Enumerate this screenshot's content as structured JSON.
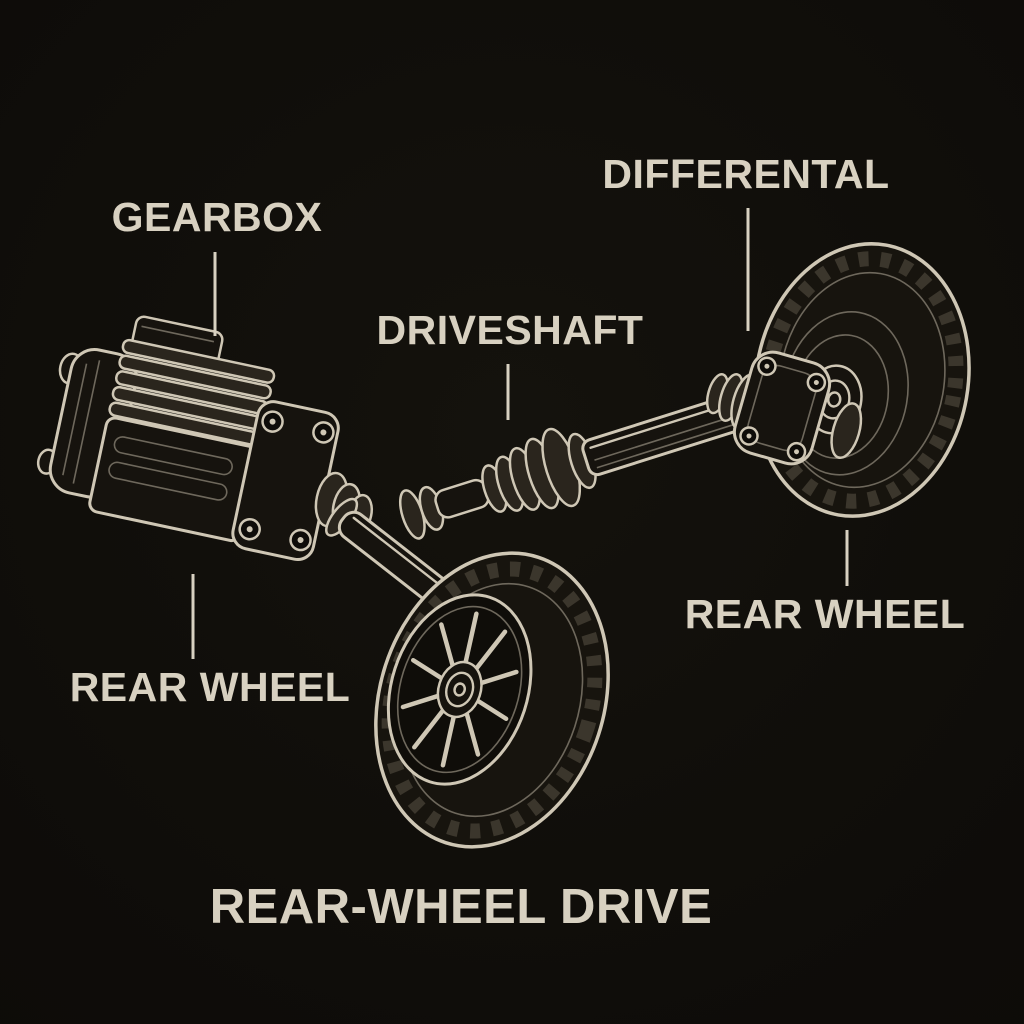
{
  "title": "REAR-WHEEL DRIVE",
  "labels": {
    "gearbox": "GEARBOX",
    "differential": "DIFFERENTAL",
    "driveshaft": "DRIVESHAFT",
    "rear_wheel_right": "REAR WHEEL",
    "rear_wheel_left": "REAR WHEEL"
  },
  "colors": {
    "background": "#0f0d0a",
    "ink": "#d8d1c1",
    "line": "#cfc7b5",
    "line_dim": "#6e685c",
    "metal_dark": "#16130e",
    "metal_mid": "#2a251d",
    "tire": "#17140e",
    "tread": "#3b362c"
  }
}
